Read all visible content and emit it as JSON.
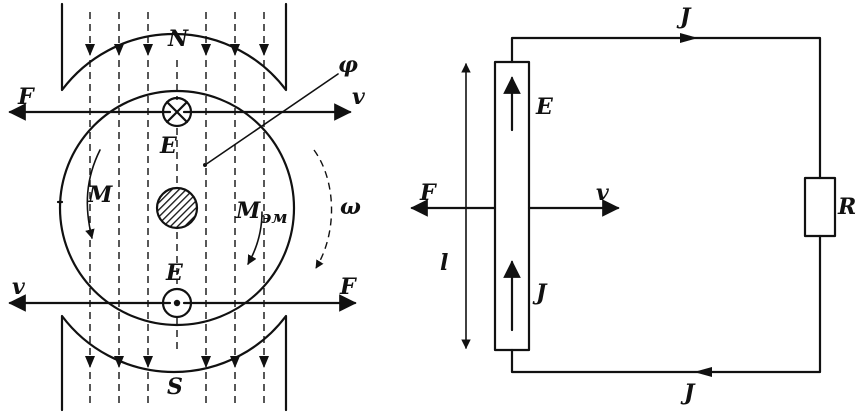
{
  "labels": {
    "north_pole": "N",
    "south_pole": "S",
    "force_left_top": "F",
    "velocity_right_top": "v",
    "flux": "φ",
    "emf_top_conductor": "E",
    "torque": "M",
    "electromagnetic_torque": "M",
    "electromagnetic_torque_subscript": "эм",
    "angular_velocity": "ω",
    "emf_bottom_conductor": "E",
    "velocity_left_bottom": "v",
    "force_right_bottom": "F",
    "circuit_current_top": "J",
    "circuit_emf": "E",
    "circuit_force": "F",
    "circuit_velocity": "v",
    "conductor_length": "l",
    "conductor_current": "J",
    "resistor": "R",
    "circuit_current_bottom": "J"
  },
  "colors": {
    "ink": "#111111",
    "paper": "#ffffff"
  }
}
